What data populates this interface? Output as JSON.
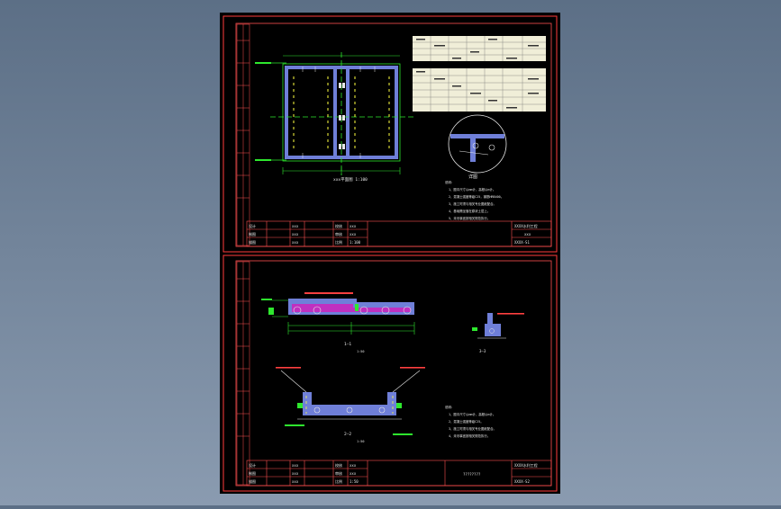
{
  "colors": {
    "desktop_top": "#5c6f86",
    "desktop_bottom": "#8a9bb0",
    "canvas": "#000000",
    "frame": "#ff3b3b",
    "frame_inner": "#ff5050",
    "green": "#2ee82e",
    "yellow": "#ffff40",
    "white": "#e8e8e8",
    "slab_blue": "#6f7fd8",
    "slab_purple": "#c030c0",
    "cyan": "#30d0ff",
    "table_fill": "#f0eed8"
  },
  "sheet_top": {
    "plan_caption": "xxx平面图 1:100",
    "notes_heading": "说明：",
    "notes_lines": [
      "1、图中尺寸以mm计，高程以m计。",
      "2、混凝土强度等级C25，钢筋HRB400。",
      "3、施工时须与相关专业图纸配合。",
      "4、基础需坐落在原状土层上。",
      "5、未尽事宜按相关规范执行。"
    ],
    "detail_label": "详图",
    "title_block": {
      "rows": [
        [
          "设计",
          "xxx",
          "校核",
          "xxx"
        ],
        [
          "制图",
          "xxx",
          "审核",
          "xxx"
        ],
        [
          "描图",
          "xxx",
          "比例",
          "1:100"
        ]
      ],
      "project": "XXXX水利工程",
      "drawing_name": "xxx",
      "drawing_no": "XXXX-S1"
    }
  },
  "sheet_bottom": {
    "section1_caption": "1—1",
    "section1_scale": "1:50",
    "section2_caption": "2—2",
    "section2_scale": "1:50",
    "detail_caption": "3—3",
    "notes_heading": "说明：",
    "notes_lines": [
      "1、图中尺寸以mm计，高程以m计。",
      "2、混凝土强度等级C25。",
      "3、施工时须与相关专业图纸配合。",
      "4、未尽事宜按相关规范执行。"
    ],
    "title_block": {
      "rows": [
        [
          "设计",
          "xxx",
          "校核",
          "xxx"
        ],
        [
          "制图",
          "xxx",
          "审核",
          "xxx"
        ],
        [
          "描图",
          "xxx",
          "比例",
          "1:50"
        ]
      ],
      "project": "XXXX水利工程",
      "drawing_name": "????????",
      "drawing_no": "XXXX-S2"
    }
  }
}
